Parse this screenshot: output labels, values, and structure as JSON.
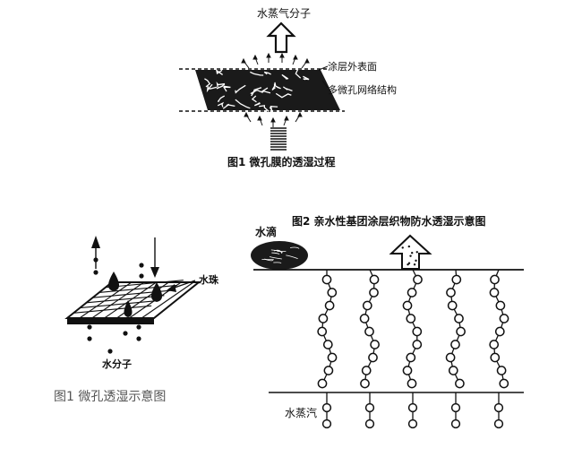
{
  "fig_top": {
    "vapor_label": "水蒸气分子",
    "outer_surface_label": "涂层外表面",
    "micropore_label": "多微孔网络结构",
    "caption": "图1   微孔膜的透湿过程"
  },
  "fig_left": {
    "droplet_label": "水珠",
    "molecule_label": "水分子",
    "caption": "图1 微孔透湿示意图"
  },
  "fig_right": {
    "caption": "图2   亲水性基团涂层织物防水透湿示意图",
    "water_drop_label": "水滴",
    "vapor_label": "水蒸汽",
    "chain_count": 5
  },
  "colors": {
    "ink": "#111111",
    "caption_gray": "#555555"
  }
}
